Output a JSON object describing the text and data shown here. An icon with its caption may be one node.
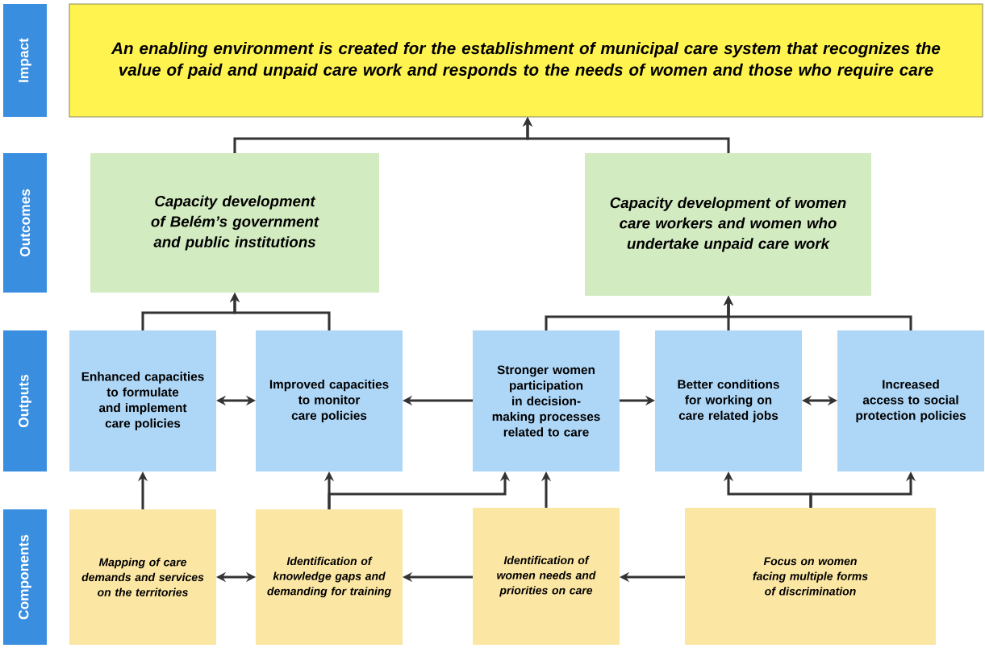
{
  "diagram": {
    "nodes": [
      {
        "text": [
          "Impact"
        ]
      },
      {
        "text": [
          "An enabling environment is created for the establishment of municipal care system that recognizes the value of paid and unpaid care work and responds to the needs of women and those who require care"
        ]
      },
      {
        "text": [
          "Outcomes"
        ]
      },
      {
        "text": [
          "Capacity development of Belém’s government and public institutions"
        ]
      },
      {
        "text": [
          "Capacity development of women care workers and women who undertake unpaid care work"
        ]
      },
      {
        "text": [
          "Outputs"
        ]
      },
      {
        "text": [
          "Enhanced capacities to formulate and implement care policies"
        ]
      },
      {
        "text": [
          "Improved capacities to monitor care policies"
        ]
      },
      {
        "text": [
          "Stronger women participation in decision-making processes related to care"
        ]
      },
      {
        "text": [
          "Better conditions for working on care related jobs"
        ]
      },
      {
        "text": [
          "Increased access to social protection policies"
        ]
      },
      {
        "text": [
          "Components"
        ]
      },
      {
        "text": [
          "Mapping of care demands and services on the territories"
        ]
      },
      {
        "text": [
          "Identification of knowledge gaps and demanding for training"
        ]
      },
      {
        "text": [
          "Identification of women needs and priorities on care"
        ]
      },
      {
        "text": [
          "Focus on women facing multiple forms of discrimination"
        ]
      }
    ],
    "edges": [
      {
        "from": 3,
        "to": 1,
        "arrow": "to"
      },
      {
        "from": 4,
        "to": 1,
        "arrow": "to"
      },
      {
        "from": 6,
        "to": 3,
        "arrow": "to"
      },
      {
        "from": 7,
        "to": 3,
        "arrow": "to"
      },
      {
        "from": 8,
        "to": 4,
        "arrow": "to"
      },
      {
        "from": 9,
        "to": 4,
        "arrow": "to"
      },
      {
        "from": 10,
        "to": 4,
        "arrow": "to"
      },
      {
        "from": 6,
        "to": 7,
        "arrow": "both"
      },
      {
        "from": 8,
        "to": 7,
        "arrow": "to"
      },
      {
        "from": 8,
        "to": 9,
        "arrow": "to"
      },
      {
        "from": 9,
        "to": 10,
        "arrow": "both"
      },
      {
        "from": 12,
        "to": 6,
        "arrow": "to"
      },
      {
        "from": 12,
        "to": 13,
        "arrow": "both"
      },
      {
        "from": 13,
        "to": 7,
        "arrow": "to"
      },
      {
        "from": 13,
        "to": 8,
        "arrow": "to"
      },
      {
        "from": 14,
        "to": 8,
        "arrow": "to"
      },
      {
        "from": 14,
        "to": 13,
        "arrow": "to"
      },
      {
        "from": 15,
        "to": 14,
        "arrow": "to"
      },
      {
        "from": 15,
        "to": 9,
        "arrow": "to"
      },
      {
        "from": 15,
        "to": 10,
        "arrow": "to"
      }
    ]
  }
}
